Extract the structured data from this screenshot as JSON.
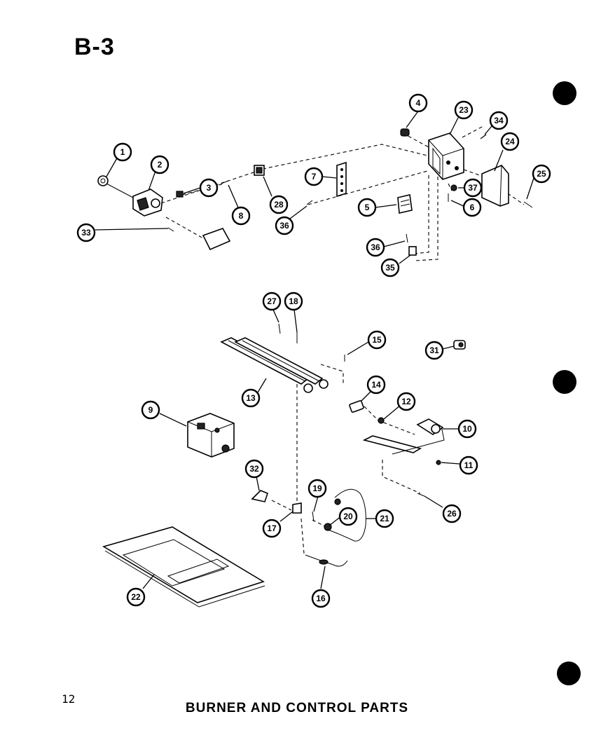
{
  "header": {
    "title": "B-3"
  },
  "footer": {
    "page_number": "12",
    "caption": "BURNER AND CONTROL PARTS"
  },
  "callouts": [
    "1",
    "2",
    "3",
    "8",
    "28",
    "7",
    "36",
    "5",
    "4",
    "23",
    "34",
    "24",
    "25",
    "37",
    "6",
    "36",
    "35",
    "33",
    "27",
    "18",
    "15",
    "31",
    "13",
    "14",
    "12",
    "10",
    "11",
    "26",
    "9",
    "32",
    "19",
    "20",
    "21",
    "17",
    "16",
    "22"
  ]
}
